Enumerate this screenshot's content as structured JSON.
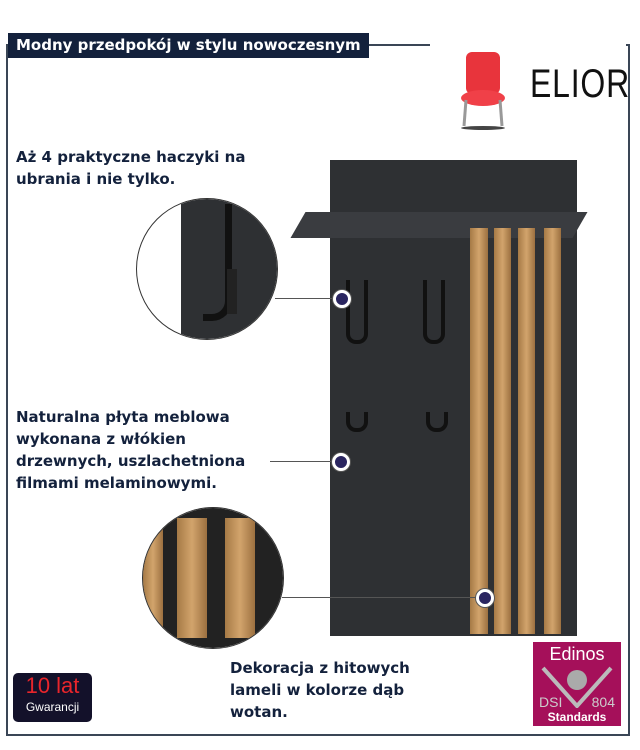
{
  "header": {
    "title": "Modny przedpokój w stylu nowoczesnym"
  },
  "logo": {
    "brand": "ELIOR",
    "icon": "chair-icon"
  },
  "features": [
    {
      "text": "Aż 4 praktyczne haczyki na ubrania i nie tylko."
    },
    {
      "text": "Naturalna płyta meblowa wykonana z włókien drzewnych, uszlachetniona filmami melaminowymi."
    },
    {
      "text": "Dekoracja z hitowych lameli w kolorze dąb wotan."
    }
  ],
  "warranty": {
    "years": "10 lat",
    "label": "Gwarancji"
  },
  "certificate": {
    "name": "Edinos",
    "left": "DSI",
    "right": "804",
    "bottom": "Standards"
  },
  "colors": {
    "accent": "#13213c",
    "panel": "#2e3033",
    "oak": "#c4955e",
    "cert": "#a5105a"
  }
}
